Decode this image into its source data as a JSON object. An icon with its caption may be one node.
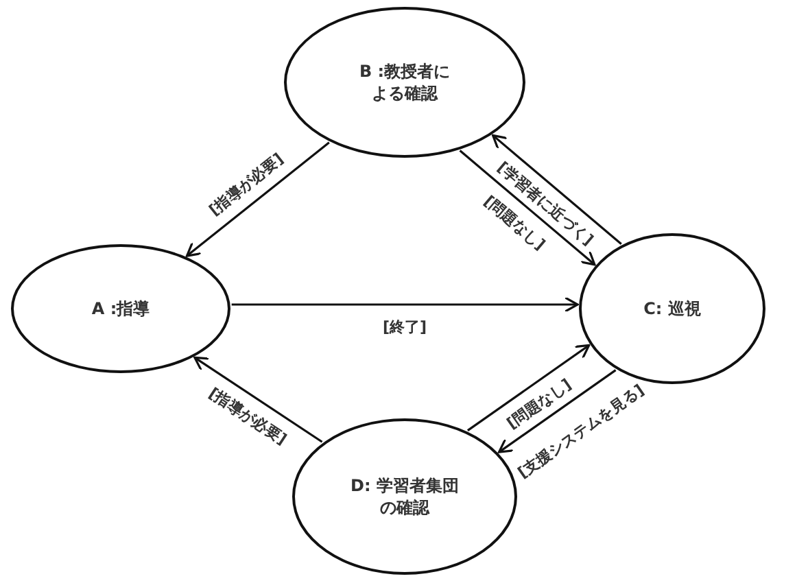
{
  "diagram": {
    "nodes": [
      {
        "text": [
          "A :指導"
        ]
      },
      {
        "text": [
          "B :教授者による確認"
        ]
      },
      {
        "text": [
          "C: 巡視"
        ]
      },
      {
        "text": [
          "D: 学習者集団の確認"
        ]
      }
    ],
    "edges": [
      {
        "from": 1,
        "to": 0,
        "arrow": "to",
        "label": "[指導が必要]"
      },
      {
        "from": 1,
        "to": 2,
        "arrow": "to",
        "label": "[問題なし]"
      },
      {
        "from": 2,
        "to": 1,
        "arrow": "to",
        "label": "[学習者に近づく]"
      },
      {
        "from": 0,
        "to": 2,
        "arrow": "to",
        "label": "[終了]"
      },
      {
        "from": 3,
        "to": 0,
        "arrow": "to",
        "label": "[指導が必要]"
      },
      {
        "from": 3,
        "to": 2,
        "arrow": "to",
        "label": "[問題なし]"
      },
      {
        "from": 2,
        "to": 3,
        "arrow": "to",
        "label": "[支援システムを見る]"
      }
    ]
  }
}
